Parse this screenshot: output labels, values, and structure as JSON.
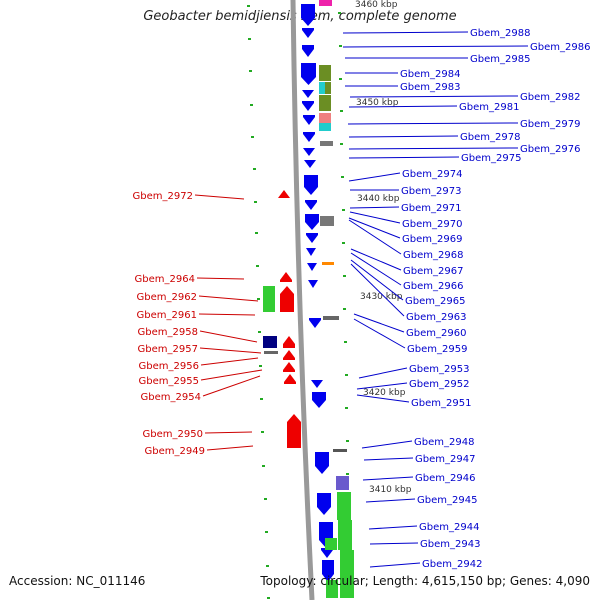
{
  "title": "Geobacter bemidjiensis Bem, complete genome",
  "accession": "Accession: NC_011146",
  "summary": "Topology: circular; Length: 4,615,150 bp; Genes: 4,090",
  "scale_labels": [
    "3460 kbp",
    "3450 kbp",
    "3440 kbp",
    "3430 kbp",
    "3420 kbp",
    "3410 kbp"
  ],
  "right_labels": [
    "Gbem_2988",
    "Gbem_2986",
    "Gbem_2985",
    "Gbem_2984",
    "Gbem_2983",
    "Gbem_2982",
    "Gbem_2981",
    "Gbem_2979",
    "Gbem_2978",
    "Gbem_2976",
    "Gbem_2975",
    "Gbem_2974",
    "Gbem_2973",
    "Gbem_2971",
    "Gbem_2970",
    "Gbem_2969",
    "Gbem_2968",
    "Gbem_2967",
    "Gbem_2966",
    "Gbem_2965",
    "Gbem_2963",
    "Gbem_2960",
    "Gbem_2959",
    "Gbem_2953",
    "Gbem_2952",
    "Gbem_2951",
    "Gbem_2948",
    "Gbem_2947",
    "Gbem_2946",
    "Gbem_2945",
    "Gbem_2944",
    "Gbem_2943",
    "Gbem_2942"
  ],
  "left_labels": [
    "Gbem_2972",
    "Gbem_2964",
    "Gbem_2962",
    "Gbem_2961",
    "Gbem_2958",
    "Gbem_2957",
    "Gbem_2956",
    "Gbem_2955",
    "Gbem_2954",
    "Gbem_2950",
    "Gbem_2949"
  ],
  "colors": {
    "forward_gene": "#0000ee",
    "reverse_gene": "#ee0000",
    "right_label": "#0000cc",
    "left_label": "#cc0000",
    "backbone": "#999999",
    "tick": "#22aa22"
  }
}
